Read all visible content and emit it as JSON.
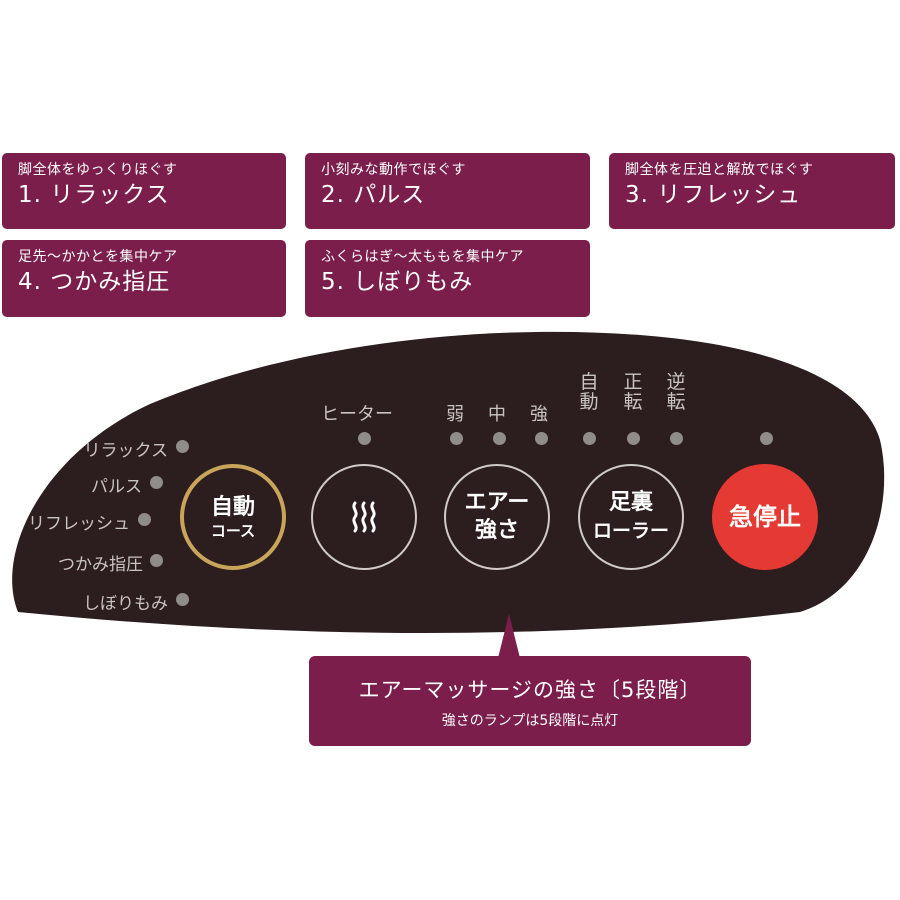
{
  "modes": [
    {
      "subtitle": "脚全体をゆっくりほぐす",
      "name": "1. リラックス"
    },
    {
      "subtitle": "小刻みな動作でほぐす",
      "name": "2. パルス"
    },
    {
      "subtitle": "脚全体を圧迫と解放でほぐす",
      "name": "3. リフレッシュ"
    },
    {
      "subtitle": "足先〜かかとを集中ケア",
      "name": "4. つかみ指圧"
    },
    {
      "subtitle": "ふくらはぎ〜太ももを集中ケア",
      "name": "5. しぼりもみ"
    }
  ],
  "indicators": {
    "heater": "ヒーター",
    "weak": "弱",
    "medium": "中",
    "strong": "強",
    "auto_rotation": "自動",
    "forward": "正転",
    "reverse": "逆転"
  },
  "courses": [
    "リラックス",
    "パルス",
    "リフレッシュ",
    "つかみ指圧",
    "しぼりもみ"
  ],
  "buttons": {
    "auto_line1": "自動",
    "auto_line2": "コース",
    "heater_icon": "heat-wave-icon",
    "air_line1": "エアー",
    "air_line2": "強さ",
    "roller_line1": "足裏",
    "roller_line2": "ローラー",
    "stop": "急停止"
  },
  "callout": {
    "main": "エアーマッサージの強さ〔5段階〕",
    "note": "強さのランプは5段階に点灯"
  },
  "colors": {
    "card": "#7b1e4c",
    "panel": "#2c1d1e",
    "stop": "#e43a33",
    "auto_ring": "#c9a55c",
    "indicator_dot": "#908c8a",
    "label": "#c9c4c2"
  }
}
